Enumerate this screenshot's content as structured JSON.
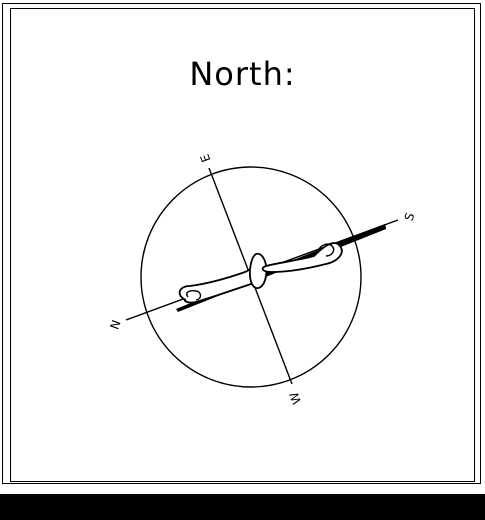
{
  "title": "North:",
  "compass": {
    "labels": {
      "east": "E",
      "south": "S",
      "west": "W",
      "north": "N"
    }
  }
}
